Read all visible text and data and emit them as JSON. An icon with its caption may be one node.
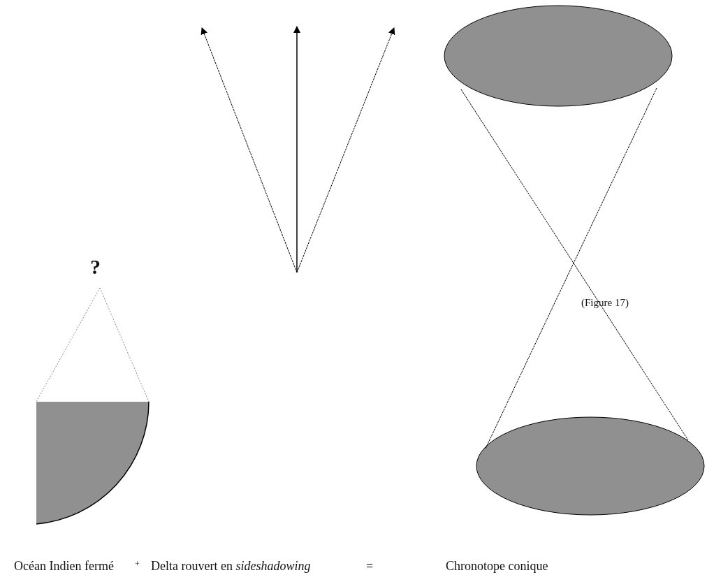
{
  "diagram": {
    "labels": [
      "?",
      "(Figure 17)",
      "Océan Indien fermé",
      "+",
      "Delta rouvert en *sideshadowing*",
      "=",
      "Chronotope conique"
    ]
  }
}
